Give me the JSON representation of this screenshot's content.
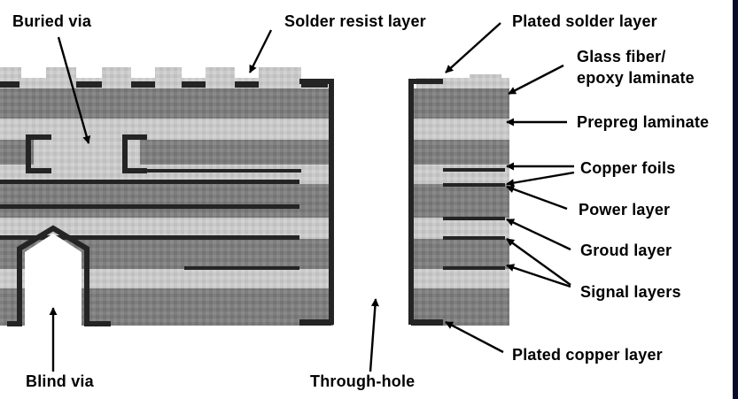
{
  "labels": {
    "buried_via": "Buried via",
    "solder_resist_layer": "Solder resist layer",
    "plated_solder_layer": "Plated solder layer",
    "glass_fiber_line1": "Glass fiber/",
    "glass_fiber_line2": "epoxy laminate",
    "prepreg_laminate": "Prepreg laminate",
    "copper_foils": "Copper foils",
    "power_layer": "Power layer",
    "ground_layer": "Groud layer",
    "signal_layers": "Signal layers",
    "plated_copper_layer": "Plated copper layer",
    "blind_via": "Blind via",
    "through_hole": "Through-hole"
  },
  "colors": {
    "background": "#ffffff",
    "laminate_dark": "#7e7e7e",
    "prepreg_light": "#c9c9c9",
    "copper": "#242424",
    "hole_fill": "#ffffff",
    "text": "#000000",
    "frame_right": "#0a0a2a"
  }
}
